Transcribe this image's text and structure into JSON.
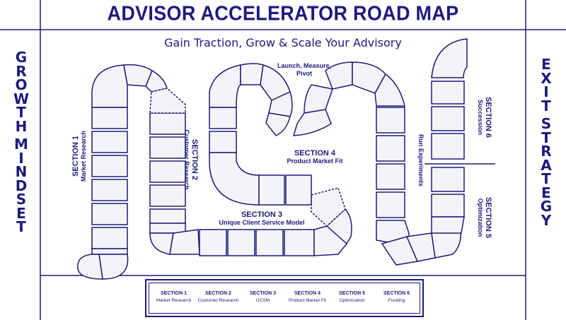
{
  "header": {
    "title": "ADVISOR ACCELERATOR ROAD MAP",
    "subtitle": "Gain Traction, Grow & Scale Your Advisory"
  },
  "side": {
    "left": "GROWTH MINDSET",
    "right": "EXIT STRATEGY"
  },
  "sections": {
    "s1": {
      "heading": "SECTION 1",
      "sub": "Market Research"
    },
    "s2": {
      "heading": "SECTION 2",
      "sub": "Customer Research"
    },
    "s3": {
      "heading": "SECTION 3",
      "sub": "Unique Client Service Model"
    },
    "s4": {
      "heading": "SECTION 4",
      "sub": "Product Market Fit"
    },
    "s4_top": "Launch, Measure,\nPivot",
    "s5": {
      "heading": "SECTION 5",
      "sub": "Optimization"
    },
    "s6": {
      "heading": "SECTION 6",
      "sub": "Succession"
    },
    "run": "Run Experiments"
  },
  "legend": [
    {
      "heading": "SECTION 1",
      "sub": "Market Research"
    },
    {
      "heading": "SECTION 2",
      "sub": "Customer Research"
    },
    {
      "heading": "SECTION 3",
      "sub": "UCSM"
    },
    {
      "heading": "SECTION 4",
      "sub": "Product Market Fit"
    },
    {
      "heading": "SECTION 5",
      "sub": "Optimization"
    },
    {
      "heading": "SECTION 6",
      "sub": "Funding"
    }
  ],
  "colors": {
    "ink": "#1f1a7a",
    "tile": "#f4f4f8"
  }
}
